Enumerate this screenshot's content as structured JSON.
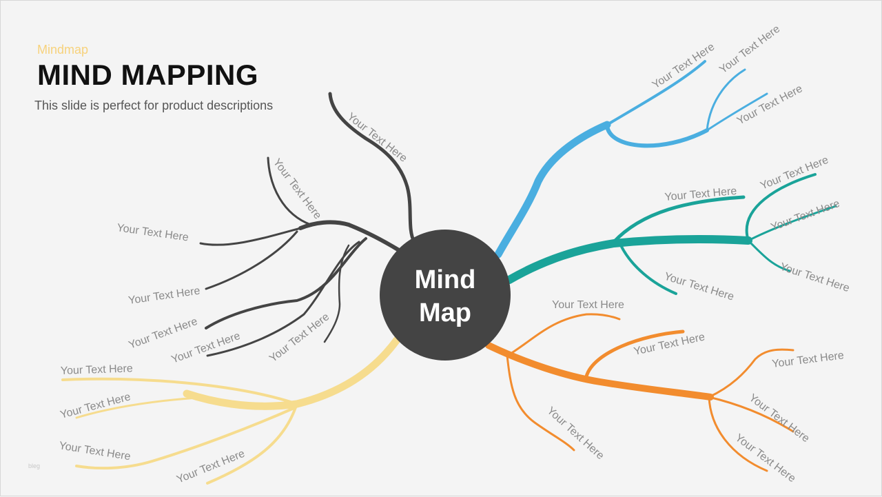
{
  "slide": {
    "eyebrow": "Mindmap",
    "title": "MIND MAPPING",
    "subtitle": "This slide is perfect for product descriptions",
    "watermark": "bleg"
  },
  "center": {
    "line1": "Mind",
    "line2": "Map"
  },
  "colors": {
    "dark": "#444444",
    "blue": "#4aaee0",
    "teal": "#1aa399",
    "orange": "#f28c2e",
    "yellow": "#f6dc8e",
    "label": "#8a8a8a",
    "eyebrow": "#f7d27c"
  },
  "branches": {
    "blue": [
      "Your Text Here",
      "Your Text Here",
      "Your Text Here"
    ],
    "teal": [
      "Your Text Here",
      "Your Text Here",
      "Your Text Here",
      "Your Text Here",
      "Your Text Here"
    ],
    "orange": [
      "Your Text Here",
      "Your Text Here",
      "Your Text Here",
      "Your Text Here",
      "Your Text Here",
      "Your Text Here"
    ],
    "dark": [
      "Your Text Here",
      "Your Text Here",
      "Your Text Here",
      "Your Text Here",
      "Your Text Here",
      "Your Text Here",
      "Your Text Here"
    ],
    "yellow": [
      "Your Text Here",
      "Your Text Here",
      "Your Text Here",
      "Your Text Here"
    ]
  }
}
